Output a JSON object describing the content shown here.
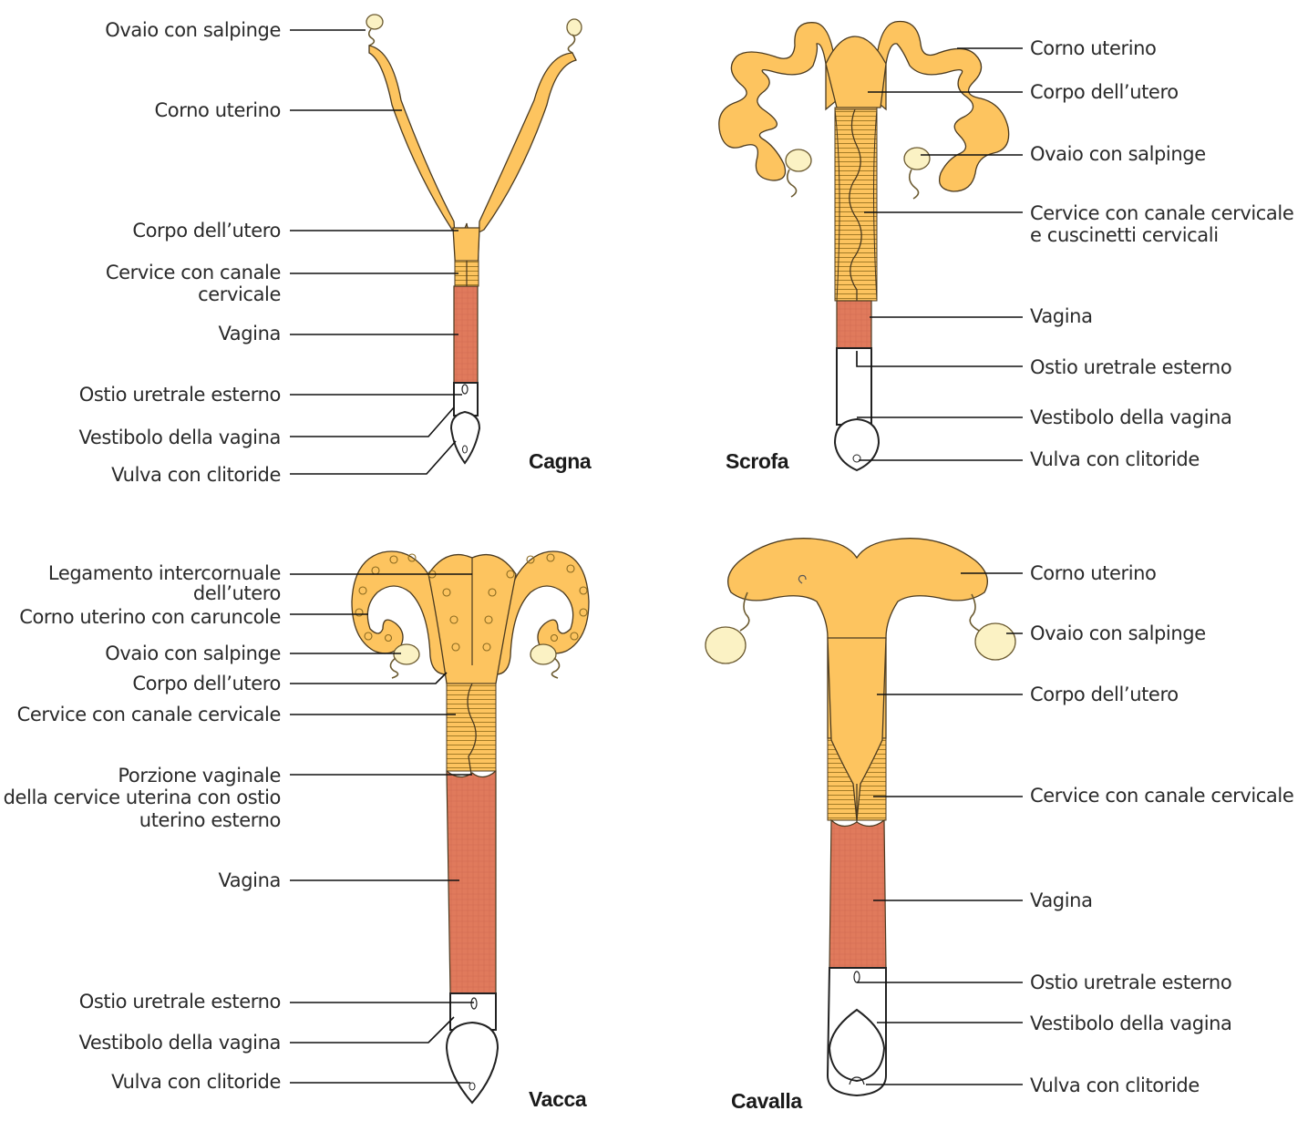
{
  "colors": {
    "uterus": "#FDC45F",
    "vagina": "#E07A5C",
    "ovary": "#FBF2C4",
    "outline": "#222222"
  },
  "panels": {
    "cagna": {
      "species": "Cagna",
      "labels": [
        "Ovaio con salpinge",
        "Corno uterino",
        "Corpo dell’utero",
        "Cervice con canale",
        "cervicale",
        "Vagina",
        "Ostio uretrale esterno",
        "Vestibolo della vagina",
        "Vulva con clitoride"
      ]
    },
    "scrofa": {
      "species": "Scrofa",
      "labels": [
        "Corno uterino",
        "Corpo dell’utero",
        "Ovaio con salpinge",
        "Cervice con canale cervicale",
        "e cuscinetti cervicali",
        "Vagina",
        "Ostio uretrale esterno",
        "Vestibolo della vagina",
        "Vulva con clitoride"
      ]
    },
    "vacca": {
      "species": "Vacca",
      "labels": [
        "Legamento intercornuale",
        "dell’utero",
        "Corno uterino con caruncole",
        "Ovaio con salpinge",
        "Corpo dell’utero",
        "Cervice con canale cervicale",
        "Porzione vaginale",
        "della cervice uterina con ostio",
        "uterino esterno",
        "Vagina",
        "Ostio uretrale esterno",
        "Vestibolo della vagina",
        "Vulva con clitoride"
      ]
    },
    "cavalla": {
      "species": "Cavalla",
      "labels": [
        "Corno uterino",
        "Ovaio con salpinge",
        "Corpo dell’utero",
        "Cervice con canale cervicale",
        "Vagina",
        "Ostio uretrale esterno",
        "Vestibolo della vagina",
        "Vulva con clitoride"
      ]
    }
  }
}
